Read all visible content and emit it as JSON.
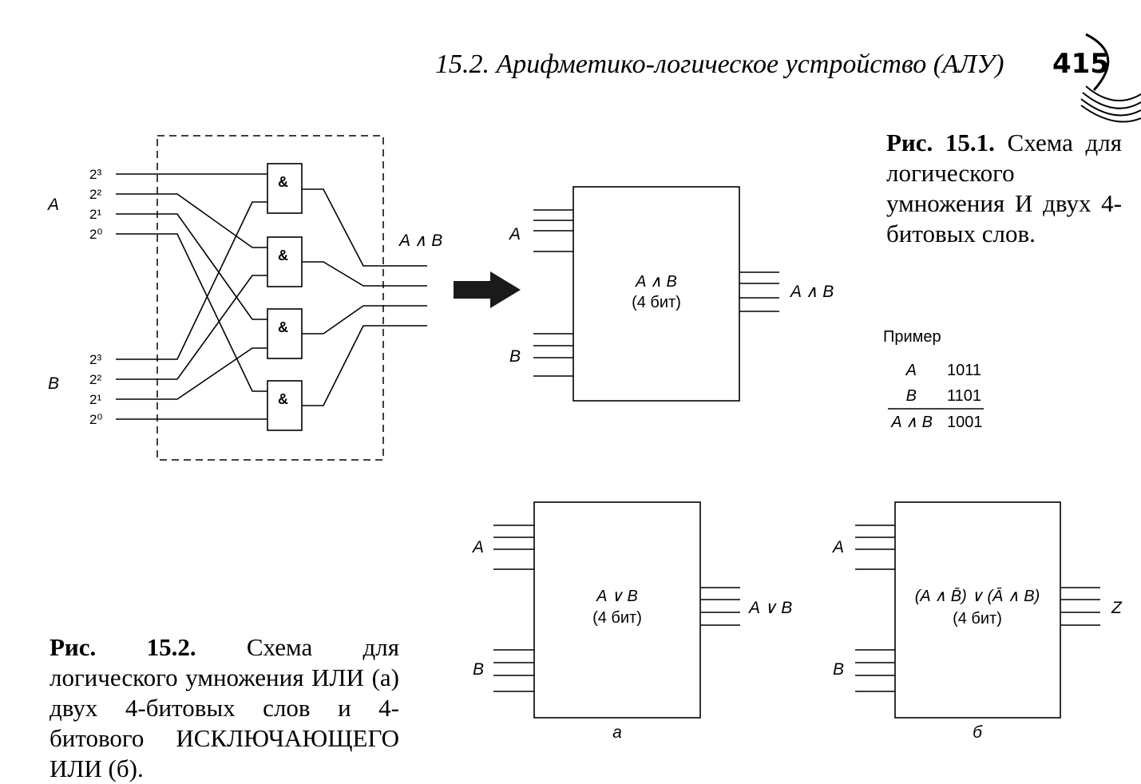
{
  "header": {
    "section_title": "15.2. Арифметико-логическое устройство (АЛУ)",
    "page_number": "415"
  },
  "figure_15_1": {
    "caption_number": "Рис. 15.1.",
    "caption_text": " Схема для логического умножения И двух 4-битовых слов.",
    "circuit": {
      "input_a_label": "A",
      "input_b_label": "B",
      "bit_labels": [
        "2³",
        "2²",
        "2¹",
        "2⁰"
      ],
      "gate_symbol": "&",
      "output_label": "A ∧ B"
    },
    "block": {
      "input_a_label": "A",
      "input_b_label": "B",
      "function_line1": "A ∧ B",
      "function_line2": "(4 бит)",
      "output_label": "A ∧ B"
    },
    "example": {
      "title": "Пример",
      "rows": [
        {
          "label": "A",
          "value": "1011"
        },
        {
          "label": "B",
          "value": "1101"
        },
        {
          "label": "A ∧ B",
          "value": "1001"
        }
      ]
    }
  },
  "figure_15_2": {
    "caption_number": "Рис. 15.2.",
    "caption_text": " Схема для логического умножения ИЛИ (а) двух 4-битовых слов и 4-битового ИСКЛЮЧАЮЩЕГО ИЛИ (б).",
    "block_a": {
      "input_a_label": "A",
      "input_b_label": "B",
      "function_line1": "A ∨ B",
      "function_line2": "(4 бит)",
      "output_label": "A ∨ B",
      "sublabel": "а"
    },
    "block_b": {
      "input_a_label": "A",
      "input_b_label": "B",
      "function_line1": "(A ∧ B̄) ∨ (Ā ∧ B)",
      "function_line2": "(4 бит)",
      "output_label": "Z",
      "sublabel": "б"
    }
  }
}
